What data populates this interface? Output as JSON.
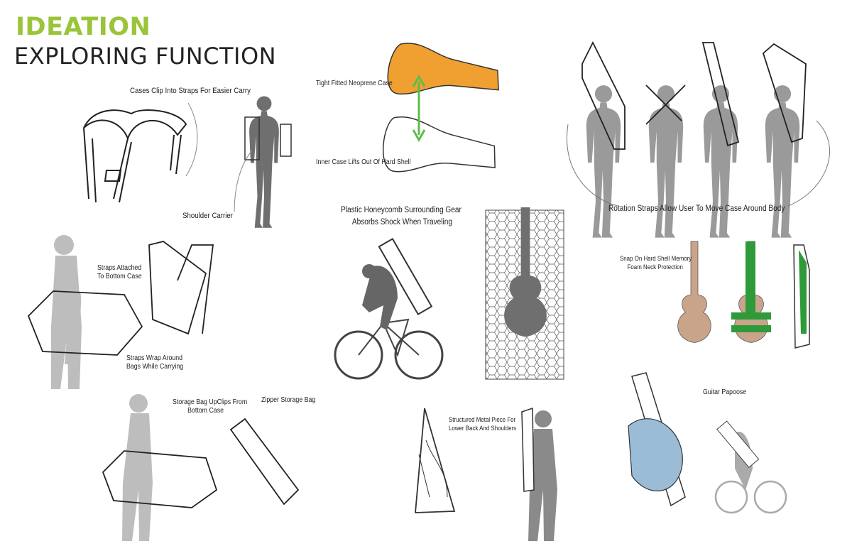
{
  "header": {
    "title": "IDEATION",
    "subtitle": "EXPLORING FUNCTION"
  },
  "colors": {
    "accent": "#9ac43a",
    "silhouette": "#8a8a8a",
    "neoprene": "#f0a030",
    "foam": "#2e9a3a",
    "papoose": "#9bbcd6",
    "wood": "#c9a48a"
  },
  "labels": {
    "clip_straps": "Cases Clip Into Straps For Easier Carry",
    "neoprene": "Tight Fitted Neoprene Case",
    "inner_case": "Inner Case Lifts Out Of Hard Shell",
    "shoulder_carrier": "Shoulder Carrier",
    "honeycomb_1": "Plastic Honeycomb Surrounding Gear",
    "honeycomb_2": "Absorbs Shock When Traveling",
    "rotation": "Rotation Straps Allow User To Move Case Around Body",
    "straps_attached_1": "Straps Attached",
    "straps_attached_2": "To Bottom Case",
    "neck_1": "Snap On Hard Shell Memory",
    "neck_2": "Foam Neck Protection",
    "wrap_1": "Straps Wrap Around",
    "wrap_2": "Bags While Carrying",
    "storage_1": "Storage Bag UpClips From",
    "storage_2": "Bottom Case",
    "zipper": "Zipper Storage Bag",
    "papoose": "Guitar Papoose",
    "metal_1": "Structured Metal Piece For",
    "metal_2": "Lower Back And Shoulders"
  }
}
